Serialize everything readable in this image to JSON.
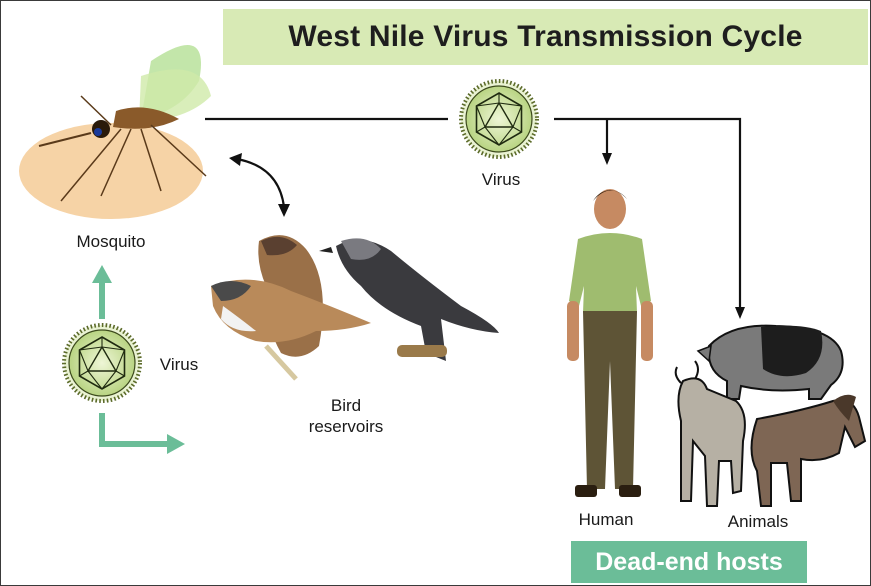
{
  "diagram": {
    "title": "West Nile Virus Transmission Cycle",
    "nodes": {
      "mosquito": "Mosquito",
      "virus_top": "Virus",
      "virus_left": "Virus",
      "bird_reservoirs_line1": "Bird",
      "bird_reservoirs_line2": "reservoirs",
      "human": "Human",
      "animals": "Animals"
    },
    "group_label": "Dead-end hosts"
  },
  "colors": {
    "title_band": "#d8eab5",
    "deadend_band": "#6bbd98",
    "cycle_arrow": "#6bbd98",
    "virus_fill": "#c7dd93"
  }
}
